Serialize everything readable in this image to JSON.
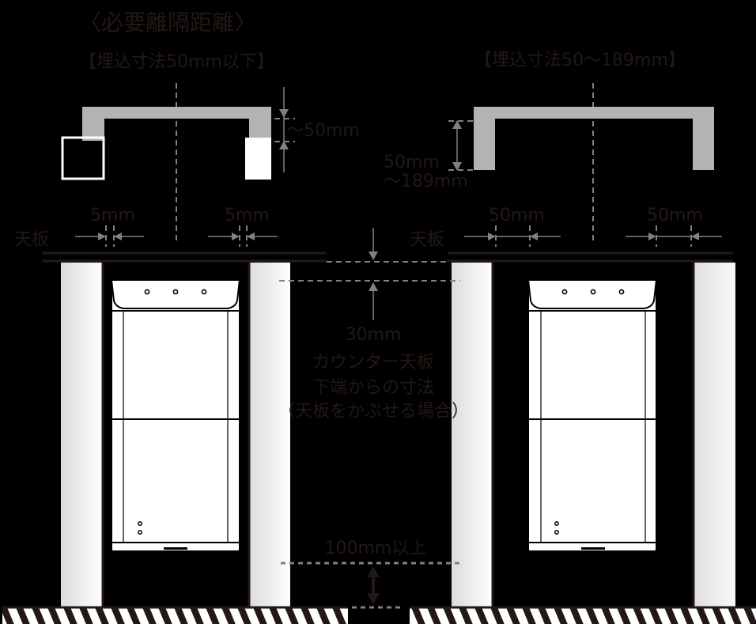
{
  "title": "〈必要離隔距離〉",
  "left": {
    "subtitle": "【埋込寸法50mm以下】",
    "depth_label": "〜50mm",
    "side_gap_left": "5mm",
    "side_gap_right": "5mm",
    "counter_label": "天板"
  },
  "right": {
    "subtitle": "【埋込寸法50〜189mm】",
    "depth_label_line1": "50mm",
    "depth_label_line2": "〜189mm",
    "side_gap_left": "50mm",
    "side_gap_right": "50mm",
    "counter_label": "天板"
  },
  "center_note": {
    "line1": "30mm",
    "line2": "カウンター天板",
    "line3": "下端からの寸法",
    "line4": "（天板をかぶせる場合）"
  },
  "bottom_gap": "100mm以上",
  "colors": {
    "text": "#231815",
    "dimension": "#808080",
    "counter_profile": "#b3b3b3",
    "background": "#000000"
  }
}
